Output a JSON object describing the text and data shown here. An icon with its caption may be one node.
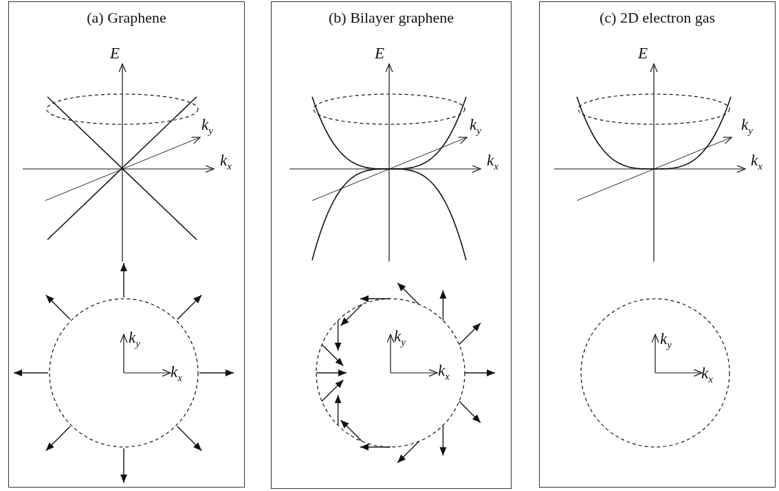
{
  "diagram": {
    "nodes": [
      {
        "text": [
          "(a) Graphene"
        ]
      },
      {
        "text": [
          "(b) Bilayer graphene"
        ]
      },
      {
        "text": [
          "(c) 2D electron gas"
        ]
      }
    ],
    "labels": [
      "E",
      "k$_{y}$",
      "k$_{x}$",
      "k$_{y}$",
      "k$_{x}$",
      "E",
      "k$_{y}$",
      "k$_{x}$",
      "k$_{y}$",
      "k$_{x}$",
      "E",
      "k$_{y}$",
      "k$_{x}$",
      "k$_{y}$",
      "k$_{x}$"
    ]
  }
}
